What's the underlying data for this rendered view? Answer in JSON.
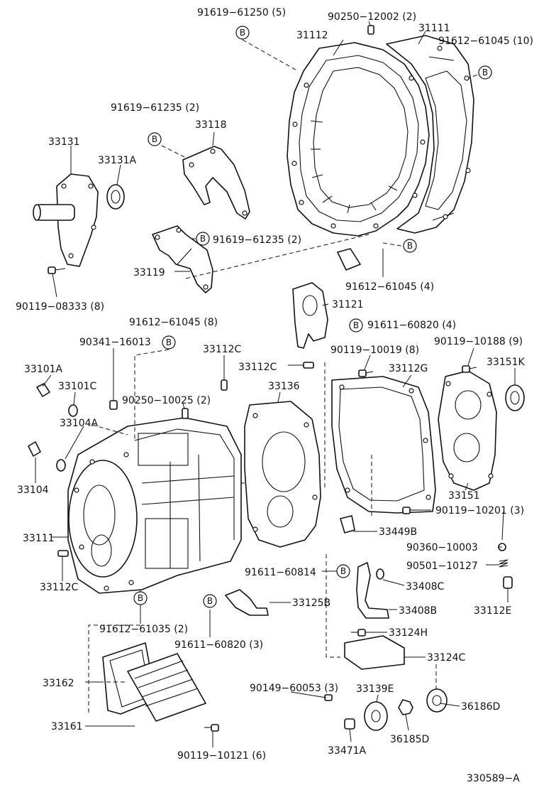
{
  "labels": {
    "p_91619_61250": "91619−61250 (5)",
    "p_90250_12002": "90250−12002 (2)",
    "p_31111_top": "31111",
    "p_91612_61045_10": "91612−61045 (10)",
    "p_31112": "31112",
    "p_91619_61235_a": "91619−61235 (2)",
    "p_33118": "33118",
    "p_33131": "33131",
    "p_33131a": "33131A",
    "p_91619_61235_b": "91619−61235 (2)",
    "p_33119": "33119",
    "p_90119_08333": "90119−08333 (8)",
    "p_91612_61045_4": "91612−61045 (4)",
    "p_31121": "31121",
    "p_91611_60820_4": "91611−60820 (4)",
    "p_91612_61045_8": "91612−61045 (8)",
    "p_90341_16013": "90341−16013",
    "p_33112c_a": "33112C",
    "p_90119_10019": "90119−10019 (8)",
    "p_90119_10188": "90119−10188 (9)",
    "p_33101a": "33101A",
    "p_33112c_b": "33112C",
    "p_33112g": "33112G",
    "p_33151k": "33151K",
    "p_33101c": "33101C",
    "p_33136": "33136",
    "p_90250_10025": "90250−10025 (2)",
    "p_33104a": "33104A",
    "p_33104": "33104",
    "p_33151": "33151",
    "p_90119_10201": "90119−10201 (3)",
    "p_33449b": "33449B",
    "p_33111_left": "33111",
    "p_90360_10003": "90360−10003",
    "p_90501_10127": "90501−10127",
    "p_33112c_c": "33112C",
    "p_91611_60814": "91611−60814",
    "p_33408c": "33408C",
    "p_33125b": "33125B",
    "p_33408b": "33408B",
    "p_33112e": "33112E",
    "p_91612_61035": "91612−61035 (2)",
    "p_91611_60820_3": "91611−60820 (3)",
    "p_33124h": "33124H",
    "p_33124c": "33124C",
    "p_33162": "33162",
    "p_90149_60053": "90149−60053 (3)",
    "p_33139e": "33139E",
    "p_36186d": "36186D",
    "p_33161": "33161",
    "p_36185d": "36185D",
    "p_90119_10121": "90119−10121 (6)",
    "p_33471a": "33471A",
    "drawing_no": "330589−A"
  },
  "bolt_marker": "B"
}
